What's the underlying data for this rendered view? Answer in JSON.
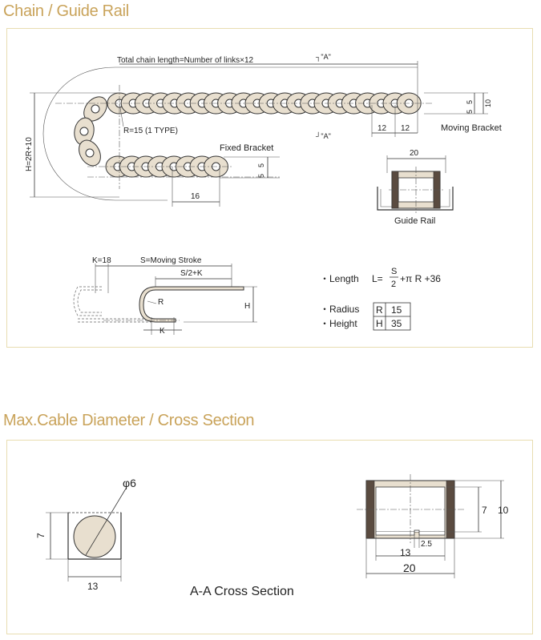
{
  "section1": {
    "title": "Chain / Guide Rail",
    "total_chain_length": "Total chain length=Number of links×12",
    "section_marker_top": "┐\"A\"",
    "section_marker_bottom": "┘\"A\"",
    "radius_label": "R=15 (1 TYPE)",
    "height_label": "H=2R+10",
    "fixed_bracket": "Fixed Bracket",
    "moving_bracket": "Moving Bracket",
    "dim_5a": "5",
    "dim_5b": "5",
    "dim_10": "10",
    "dim_12a": "12",
    "dim_12b": "12",
    "dim_5c": "5",
    "dim_5d": "5",
    "dim_16": "16",
    "guide_rail_width": "20",
    "guide_rail_label": "Guide Rail",
    "k_label": "K=18",
    "moving_stroke": "S=Moving Stroke",
    "s2k": "S/2+K",
    "r_small": "R",
    "h_small": "H",
    "k_small": "K",
    "length_bullet": "・Length",
    "formula_l": "L=",
    "formula_num": "S",
    "formula_den": "2",
    "formula_rest": "+π R +36",
    "radius_bullet": "・Radius",
    "height_bullet": "・Height",
    "table": [
      {
        "key": "R",
        "value": "15"
      },
      {
        "key": "H",
        "value": "35"
      }
    ]
  },
  "section2": {
    "title": "Max.Cable Diameter / Cross Section",
    "phi": "φ6",
    "dim_7_left": "7",
    "dim_13_left": "13",
    "caption": "A-A Cross Section",
    "dim_7_right": "7",
    "dim_10_right": "10",
    "dim_2_5": "2.5",
    "dim_13_right": "13",
    "dim_20_right": "20"
  },
  "colors": {
    "title": "#c9a35a",
    "panel_border": "#e8ddb0",
    "chain_fill": "#e8dfcf",
    "dark_insert": "#5a4b40"
  }
}
